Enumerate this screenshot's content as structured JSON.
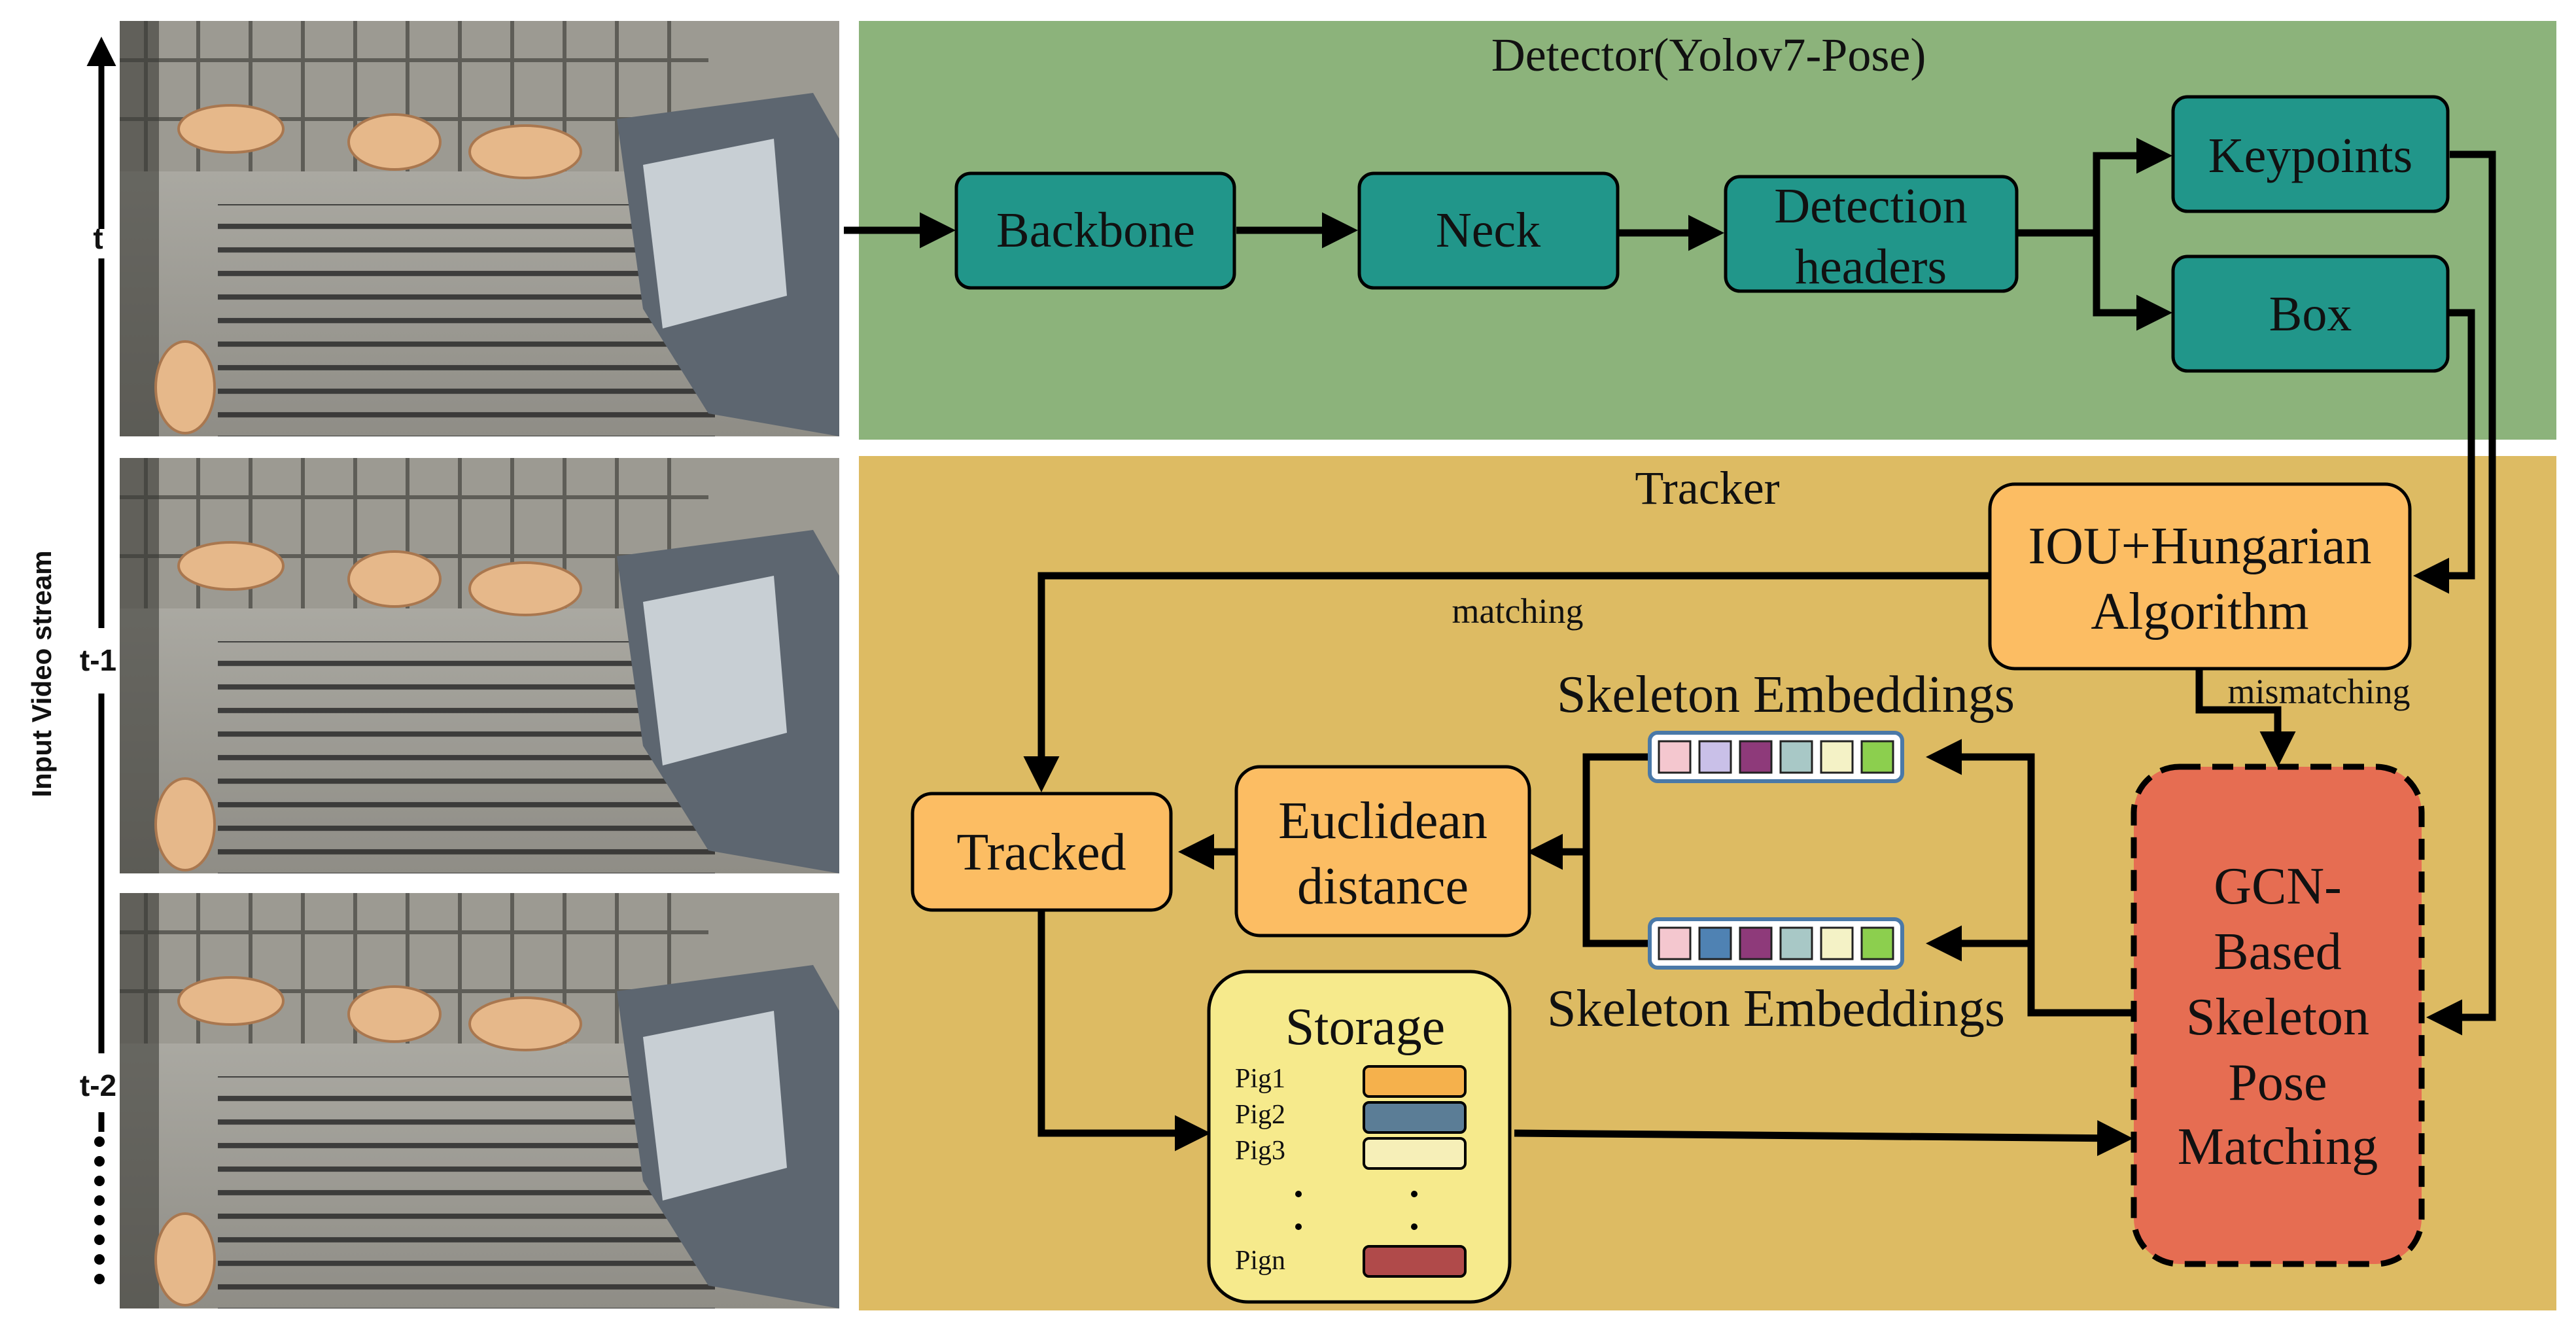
{
  "diagram": {
    "side_axis": {
      "title": "Input Video stream",
      "ticks": [
        "t",
        "t-1",
        "t-2"
      ]
    },
    "frames": [
      {
        "label": "t",
        "image": "pig-pen-frame"
      },
      {
        "label": "t-1",
        "image": "pig-pen-frame"
      },
      {
        "label": "t-2",
        "image": "pig-pen-frame"
      }
    ],
    "detector": {
      "title": "Detector(Yolov7-Pose)",
      "color": "#8cb37b",
      "nodes": {
        "backbone": "Backbone",
        "neck": "Neck",
        "detection_headers": [
          "Detection",
          "headers"
        ],
        "keypoints": "Keypoints",
        "box": "Box"
      },
      "node_color": "#21968a"
    },
    "tracker": {
      "title": "Tracker",
      "color": "#ddbb63",
      "nodes": {
        "iou": [
          "IOU+Hungarian",
          "Algorithm"
        ],
        "tracked": "Tracked",
        "euclidean": [
          "Euclidean",
          "distance"
        ],
        "gcn": [
          "GCN-",
          "Based",
          "Skeleton",
          "Pose",
          "Matching"
        ],
        "storage_title": "Storage"
      },
      "edge_labels": {
        "matching": "matching",
        "mismatching": "mismatching"
      },
      "embeddings": {
        "top_label": "Skeleton Embeddings",
        "bottom_label": "Skeleton Embeddings",
        "top_colors": [
          "#f4c7cf",
          "#c9c0e8",
          "#8e3a7a",
          "#a8c8c6",
          "#f4f2c6",
          "#8ccf4e"
        ],
        "bottom_colors": [
          "#f4c7cf",
          "#4f82b3",
          "#8e3a7a",
          "#a8c8c6",
          "#f4f2c6",
          "#8ccf4e"
        ]
      },
      "storage": {
        "items": [
          {
            "name": "Pig1",
            "color": "#f5b14c"
          },
          {
            "name": "Pig2",
            "color": "#5b7d96"
          },
          {
            "name": "Pig3",
            "color": "#f6efb8"
          },
          {
            "name": "Pign",
            "color": "#b04a4a"
          }
        ]
      },
      "colors": {
        "orange_node": "#fcbd63",
        "gcn_node": "#e66d52",
        "storage_bg": "#f6ea8c"
      }
    }
  }
}
